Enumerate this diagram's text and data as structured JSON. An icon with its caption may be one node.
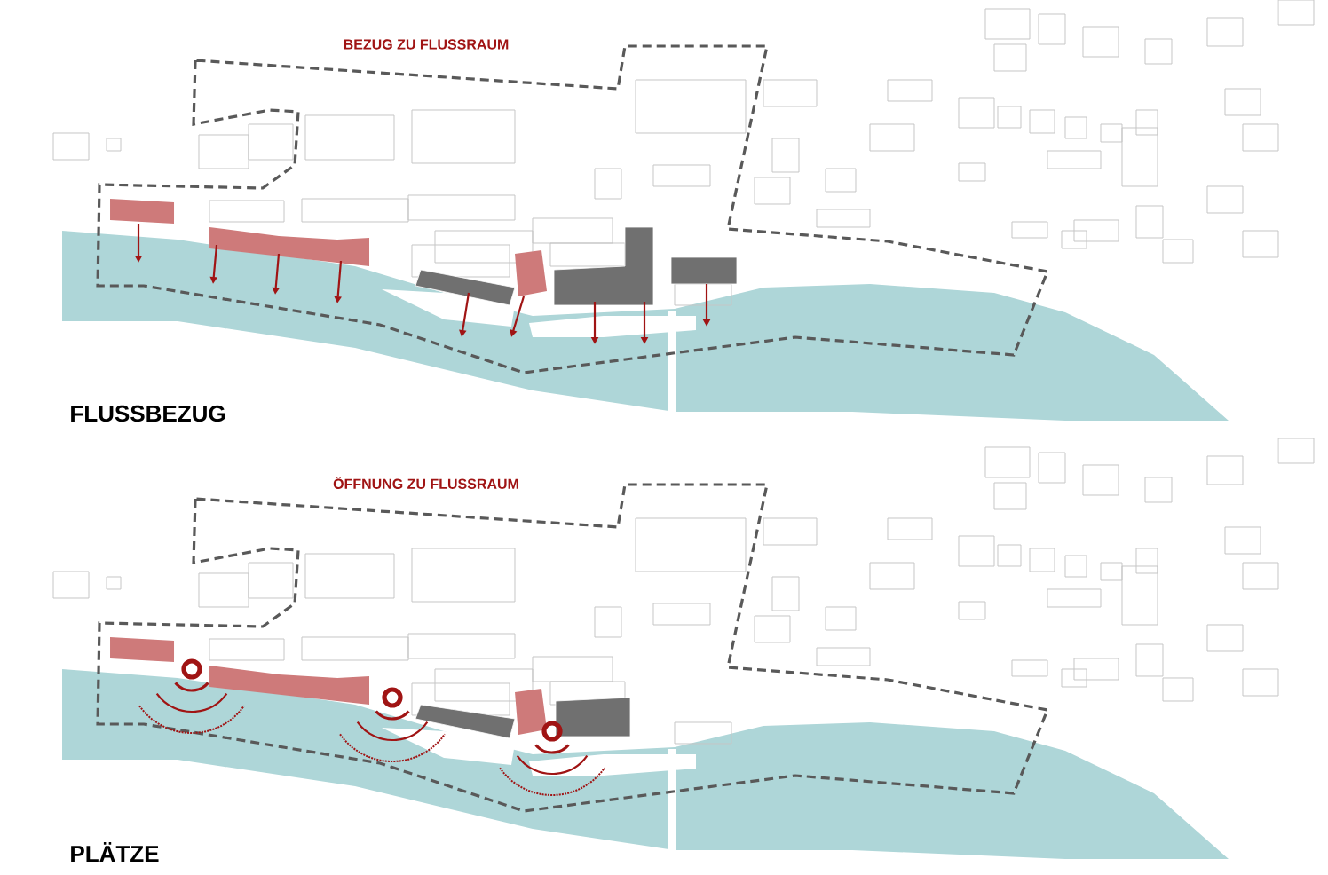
{
  "diagram": {
    "labels": [
      "BEZUG ZU FLUSSRAUM",
      "FLUSSBEZUG",
      "ÖFFNUNG ZU FLUSSRAUM",
      "PLÄTZE"
    ]
  }
}
